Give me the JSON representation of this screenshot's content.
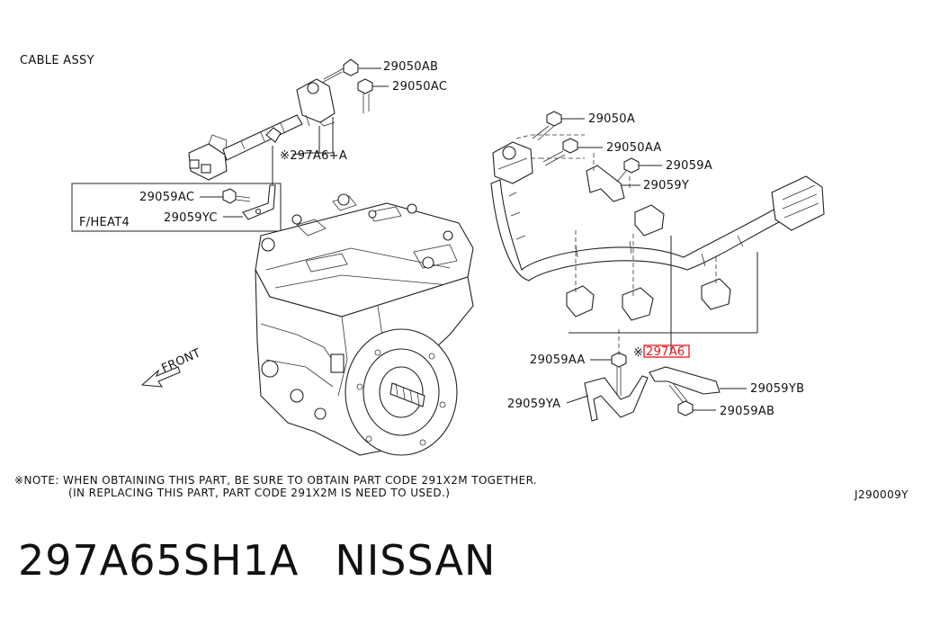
{
  "diagram": {
    "heading": "CABLE ASSY",
    "drawing_code": "J290009Y",
    "labels": {
      "29050AB": "29050AB",
      "29050AC": "29050AC",
      "297A6_A": "※297A6+A",
      "29059AC": "29059AC",
      "fheat": "F/HEAT4",
      "29059YC": "29059YC",
      "29050A": "29050A",
      "29050AA": "29050AA",
      "29059A": "29059A",
      "29059Y": "29059Y",
      "297A6": "297A6",
      "297A6_mark": "※",
      "29059AA": "29059AA",
      "29059YB": "29059YB",
      "29059YA": "29059YA",
      "29059AB": "29059AB",
      "front": "FRONT"
    },
    "note_line1": "※NOTE: WHEN OBTAINING THIS PART, BE SURE TO OBTAIN PART CODE 291X2M TOGETHER.",
    "note_line2": "(IN REPLACING THIS PART, PART CODE 291X2M IS NEED TO USED.)",
    "highlight_color": "#e8141a"
  },
  "title": {
    "part_number": "297A65SH1A",
    "brand": "NISSAN"
  }
}
